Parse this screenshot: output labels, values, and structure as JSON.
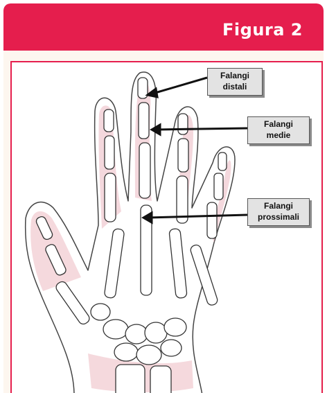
{
  "header": {
    "title": "Figura 2"
  },
  "labels": {
    "distal": {
      "line1": "Falangi",
      "line2": "distali"
    },
    "medial": {
      "line1": "Falangi",
      "line2": "medie"
    },
    "proximal": {
      "line1": "Falangi",
      "line2": "prossimali"
    }
  },
  "colors": {
    "accent": "#e51e4d",
    "card_bg": "#fdf6ef",
    "label_bg": "#e3e3e3",
    "skin_shade": "#e8aab4"
  }
}
